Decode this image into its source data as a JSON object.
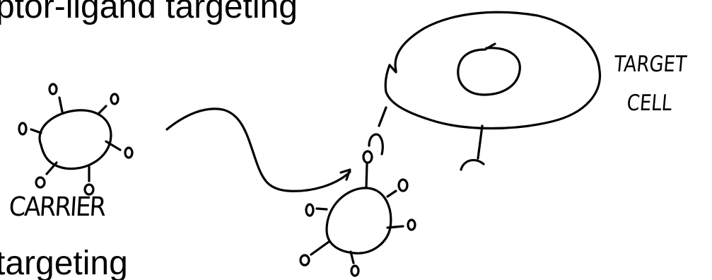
{
  "slide": {
    "title_fragment": "ptor-ligand targeting",
    "subtitle_fragment": "targeting"
  },
  "labels": {
    "carrier": "CARRIER",
    "target": "TARGET",
    "cell": "CELL"
  },
  "colors": {
    "ink": "#000000",
    "background": "#ffffff"
  }
}
